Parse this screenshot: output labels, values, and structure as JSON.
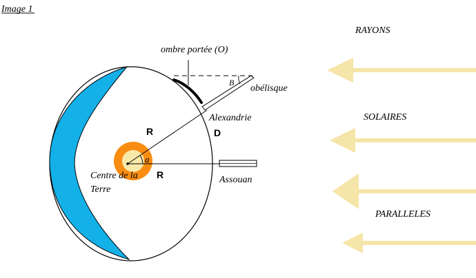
{
  "header": {
    "image_label": "Image 1"
  },
  "labels": {
    "ombre": "ombre portée (O)",
    "beta": "B",
    "obelisque": "obélisque",
    "alexandrie": "Alexandrie",
    "d": "D",
    "r_top": "R",
    "r_bottom": "R",
    "alpha": "a",
    "centre_line1": "Centre de la",
    "centre_line2": "Terre",
    "assouan": "Assouan"
  },
  "rays": {
    "word1": "RAYONS",
    "word2": "SOLAIRES",
    "word3": "PARALLELES"
  },
  "colors": {
    "ocean": "#14b0e8",
    "core_outer": "#f98d12",
    "core_inner": "#f8e9a8",
    "ray_arrow": "#f6e5a8",
    "line": "#000000"
  }
}
